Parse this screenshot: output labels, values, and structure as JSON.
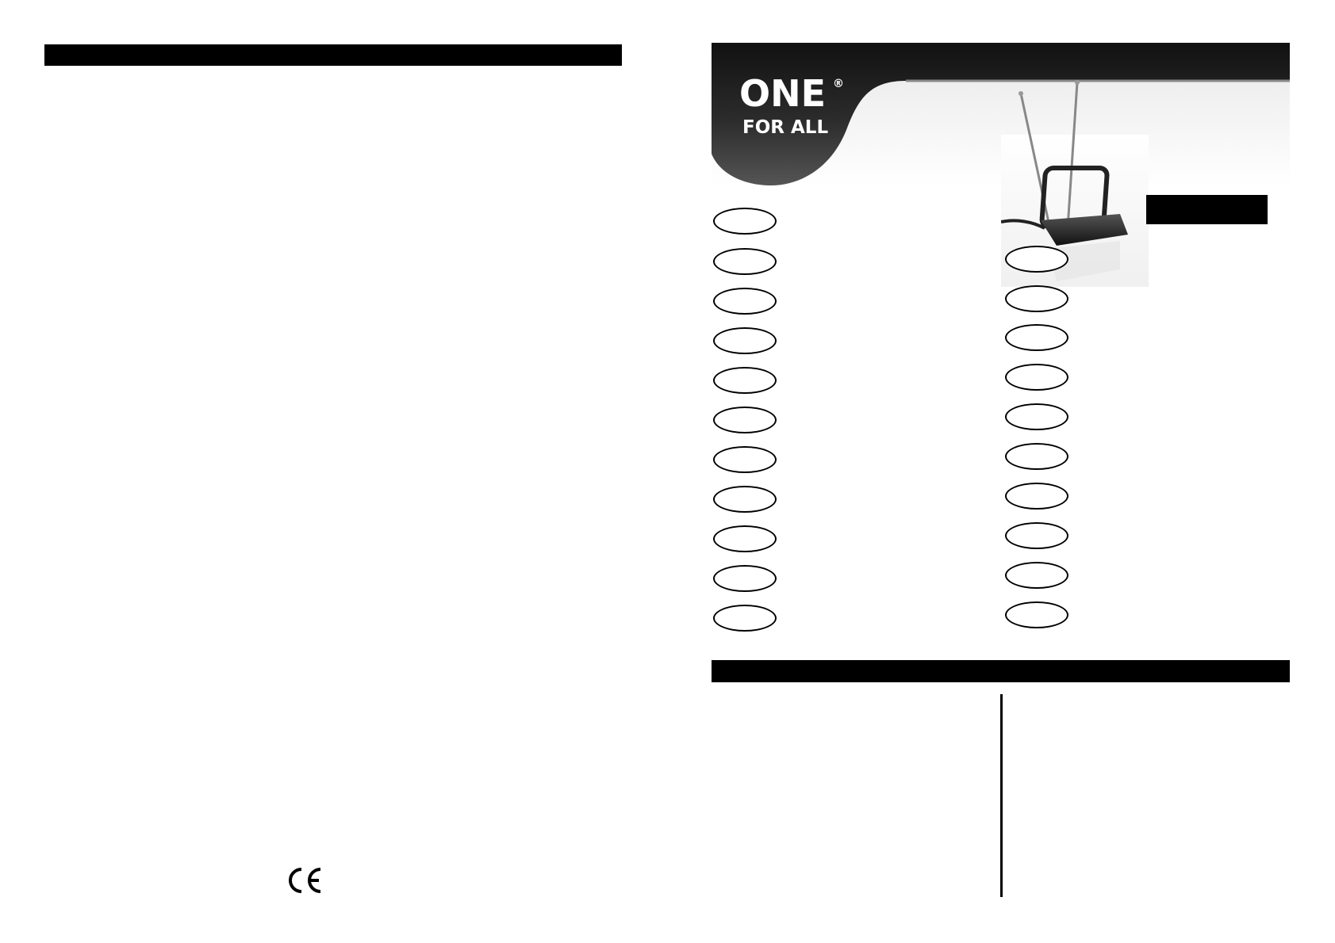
{
  "brand": {
    "logo_line1": "ONE",
    "logo_line2": "FOR ALL",
    "registered_mark": "®"
  },
  "marks": {
    "ce": "CE"
  },
  "product_photo": {
    "icon": "indoor-tv-antenna-photo"
  },
  "language_selector": {
    "left_column_count": 11,
    "right_column_count": 10
  },
  "colors": {
    "bars": "#000000",
    "header_band": "#1a1a1a"
  }
}
